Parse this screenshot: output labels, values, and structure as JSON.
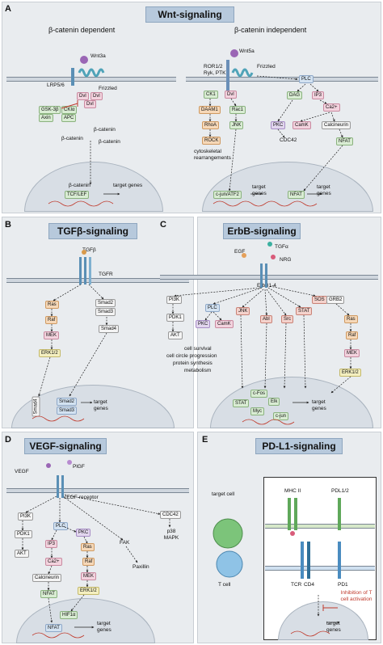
{
  "panels": {
    "a": {
      "letter": "A",
      "title": "Wnt-signaling",
      "dependent": "β-catenin dependent",
      "independent": "β-catenin independent"
    },
    "b": {
      "letter": "B",
      "title": "TGFβ-signaling"
    },
    "c": {
      "letter": "C",
      "title": "ErbB-signaling"
    },
    "d": {
      "letter": "D",
      "title": "VEGF-signaling"
    },
    "e": {
      "letter": "E",
      "title": "PD-L1-signaling"
    }
  },
  "wnt_dep": {
    "wnt3a": "Wnt3a",
    "lrp": "LRP5/6",
    "frizzled": "Frizzled",
    "dvl1": "Dvl",
    "dvl2": "Dvl",
    "dvl3": "Dvl",
    "gsk": "GSK-3β",
    "axin": "Axin",
    "ck": "CKIα",
    "apc": "APC",
    "bcat1": "β-catenin",
    "bcat2": "β-catenin",
    "bcat3": "β-catenin",
    "bcat_n": "β-catenin",
    "tcf": "TCF/LEF",
    "target": "target genes"
  },
  "wnt_ind": {
    "wnt5a": "Wnt5a",
    "ror": "ROR1/2",
    "ryk": "Ryk, PTK7",
    "frizzled": "Frizzled",
    "ck1": "CK1",
    "dvl": "Dvl",
    "daam": "DAAM1",
    "rac1": "Rac1",
    "rhoa": "RhoA",
    "jnk": "JNK",
    "rock": "ROCK",
    "cyto": "cytoskeletal rearrangements",
    "plc": "PLC",
    "dag": "DAG",
    "ip3": "IP3",
    "ca": "Ca2+",
    "pkc": "PKC",
    "camk": "CamK",
    "calcineurin": "Calcineurin",
    "cdc42": "CDC42",
    "nfat": "NFAT",
    "cjun": "c-jun/ATF2",
    "target1": "target genes",
    "nfat_n": "NFAT",
    "target2": "target genes"
  },
  "tgf": {
    "ligand": "TGFβ",
    "receptor": "TGFR",
    "ras": "Ras",
    "raf": "Raf",
    "mek": "MEK",
    "erk": "ERK1/2",
    "smad2": "Smad2",
    "smad3": "Smad3",
    "smad4": "Smad4",
    "smad4n": "Smad4",
    "smad2n": "Smad2",
    "smad3n": "Smad3",
    "target": "target genes"
  },
  "erbb": {
    "egf": "EGF",
    "tgfa": "TGFα",
    "nrg": "NRG",
    "receptor": "ErbB1-4",
    "pi3k": "PI3K",
    "pdk1": "PDK1",
    "akt": "AKT",
    "plc": "PLC",
    "pkc": "PKC",
    "camk": "CamK",
    "jnk": "JNK",
    "abl": "Abl",
    "src": "Src",
    "stat": "STAT",
    "sos": "SOS",
    "grb2": "GRB2",
    "ras": "Ras",
    "raf": "Raf",
    "mek": "MEK",
    "erk": "ERK1/2",
    "out1": "cell survival",
    "out2": "cell circle progression",
    "out3": "protein synthesis",
    "out4": "metabolism",
    "cfos": "c-Fos",
    "stat_n": "STAT",
    "elk": "Elk",
    "myc": "Myc",
    "cjun": "c-jun",
    "target": "target genes"
  },
  "vegf": {
    "vegf": "VEGF",
    "pigf": "PlGF",
    "receptor": "VEGF-receptor",
    "pi3k": "PI3K",
    "pdk1": "PDK1",
    "akt": "AKT",
    "plc": "PLC",
    "ip3": "IP3",
    "ca": "Ca2+",
    "calcineurin": "Calcineurin",
    "nfat": "NFAT",
    "pkc": "PKC",
    "ras": "Ras",
    "raf": "Raf",
    "mek": "MEK",
    "erk": "ERK1/2",
    "fak": "FAK",
    "paxillin": "Paxillin",
    "cdc42": "CDC42",
    "p38": "p38 MAPK",
    "hif": "HIF1α",
    "nfat_n": "NFAT",
    "target": "target genes"
  },
  "pdl1": {
    "target_cell": "target cell",
    "tcell": "T cell",
    "mhc": "MHC II",
    "pdl12": "PDL1/2",
    "tcr": "TCR",
    "cd4": "CD4",
    "pd1": "PD1",
    "inhibition": "Inhibition of T cell activation",
    "target": "target genes"
  },
  "colors": {
    "panel_bg": "#e9ecef",
    "title_bg": "#b7c9dc",
    "arrow": "#222222",
    "inhibit": "#c0392b",
    "green_box": "#d9ecd3",
    "orange_box": "#f6d8b8",
    "pink_box": "#f3d3de"
  }
}
